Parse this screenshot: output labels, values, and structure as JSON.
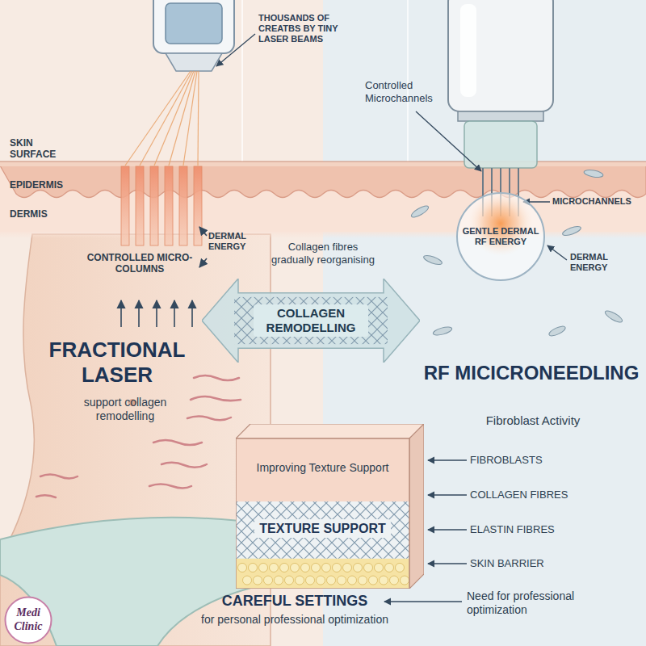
{
  "diagram": {
    "nodes": [
      {
        "text": [
          "GENTLE DERMAL RF ENERGY"
        ]
      },
      {
        "text": [
          "COLLAGEN REMODELLING"
        ]
      },
      {
        "text": [
          "Improving Texture Support",
          "TEXTURE SUPPORT"
        ]
      },
      {
        "text": [
          "Medi Clinic"
        ]
      }
    ],
    "labels": [
      "THOUSANDS OF CREATBS BY TINY LASER BEAMS",
      "Controlled Microchannels",
      "SKIN SURFACE",
      "EPIDERMIS",
      "MICROCHANNELS",
      "DERMIS",
      "DERMAL ENERGY",
      "CONTROLLED MICRO-COLUMNS",
      "Collagen fibres gradually reorganising",
      "DERMAL ENERGY",
      "FRACTIONAL LASER",
      "RF MICICRONEEDLING",
      "support collagen remodelling",
      "Fibroblast Activity",
      "FIBROBLASTS",
      "COLLAGEN FIBRES",
      "ELASTIN FIBRES",
      "SKIN BARRIER",
      "CAREFUL SETTINGS",
      "Need for professional optimization",
      "for personal professional optimization"
    ]
  }
}
